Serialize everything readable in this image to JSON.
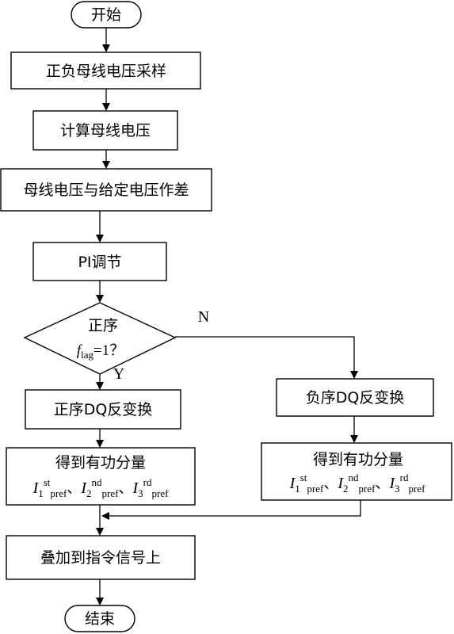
{
  "nodes": {
    "start": "开始",
    "sample": "正负母线电压采样",
    "calc": "计算母线电压",
    "diff": "母线电压与给定电压作差",
    "pi": "PI调节",
    "decision": {
      "line1": "正序",
      "f": "f",
      "f_sub": "lag",
      "f_tail": "=1？"
    },
    "pos_dq": "正序DQ反变换",
    "neg_dq": "负序DQ反变换",
    "get_active": "得到有功分量",
    "components": {
      "i": "I",
      "n1": "1",
      "s1": "st",
      "n2": "2",
      "s2": "nd",
      "n3": "3",
      "s3": "rd",
      "pref": "pref",
      "sep": "、"
    },
    "superpose": "叠加到指令信号上",
    "end": "结束"
  },
  "edge_labels": {
    "yes": "Y",
    "no": "N"
  }
}
